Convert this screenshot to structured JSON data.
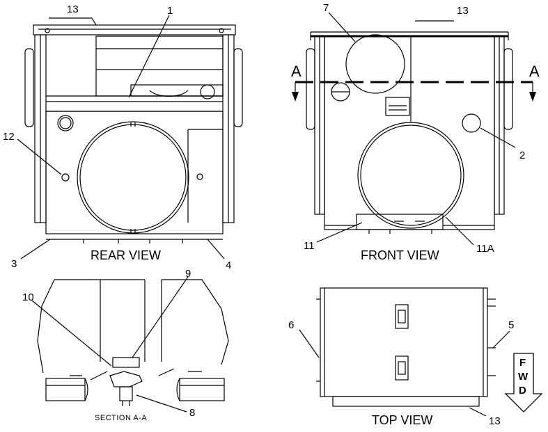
{
  "views": {
    "rear": "REAR VIEW",
    "front": "FRONT VIEW",
    "section": "SECTION  A-A",
    "top": "TOP VIEW"
  },
  "section_marks": {
    "left": "A",
    "right": "A"
  },
  "fwd_arrow": {
    "f": "F",
    "w": "W",
    "d": "D"
  },
  "callouts": {
    "rear_13": "13",
    "rear_1": "1",
    "rear_12": "12",
    "rear_3": "3",
    "rear_4": "4",
    "front_7": "7",
    "front_13": "13",
    "front_2": "2",
    "front_11": "11",
    "front_11a": "11A",
    "sec_10": "10",
    "sec_9": "9",
    "sec_8": "8",
    "top_6": "6",
    "top_5": "5",
    "top_13": "13"
  }
}
